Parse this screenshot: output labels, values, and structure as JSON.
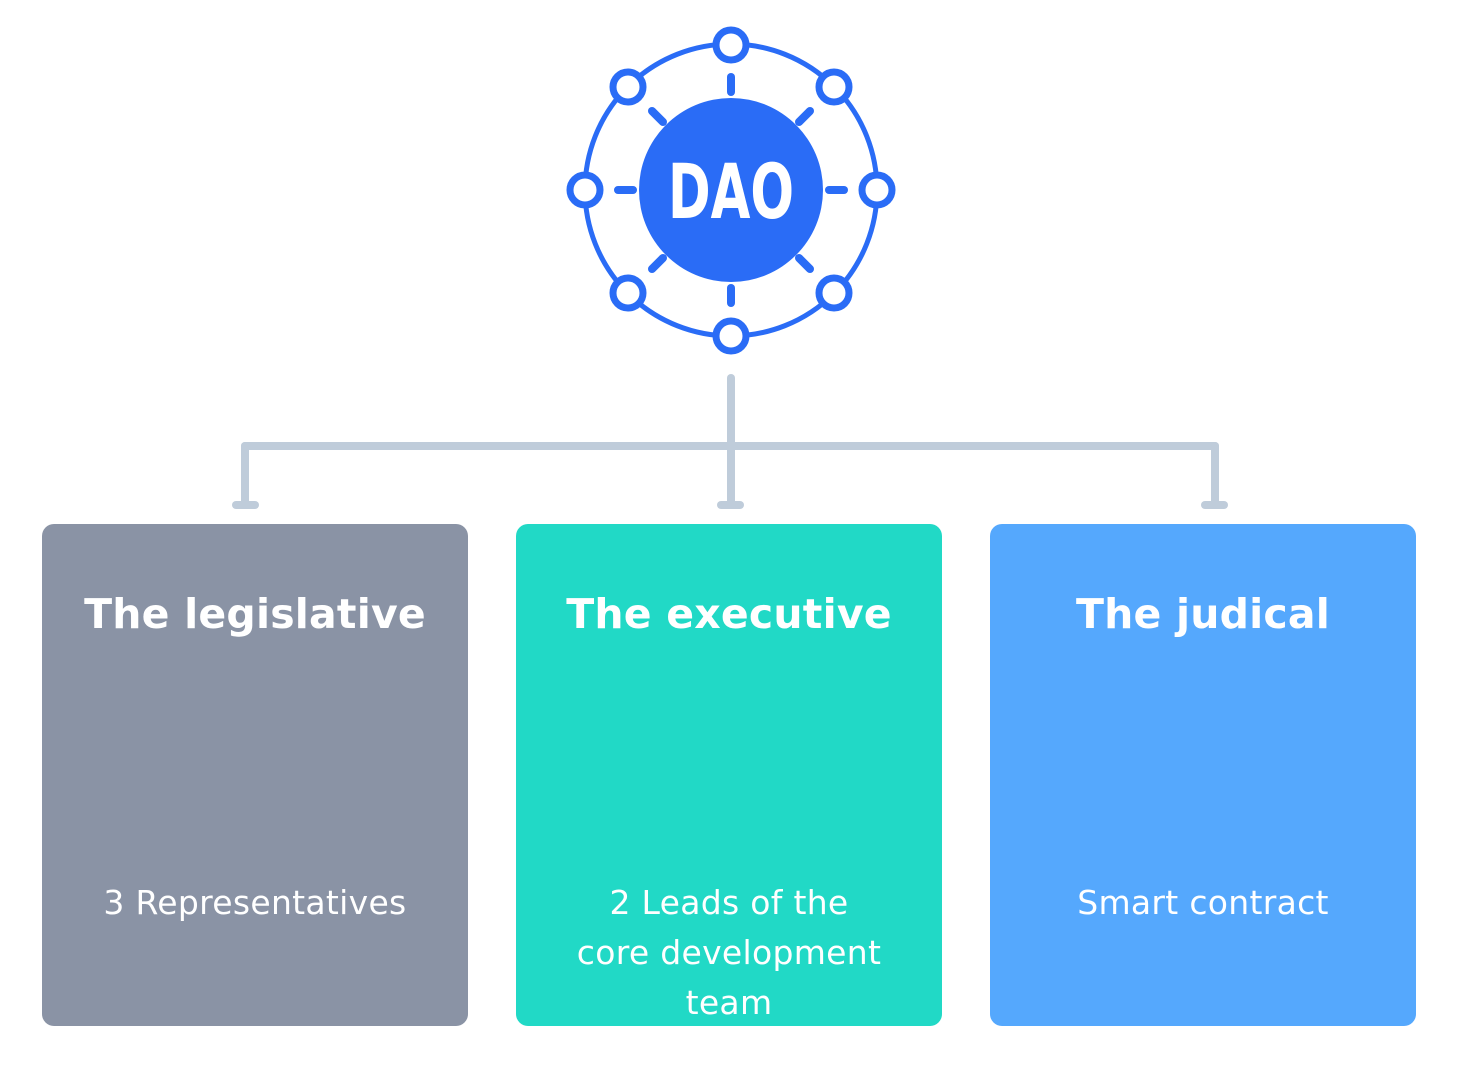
{
  "logo": {
    "text": "DAO",
    "icon": "dao-network-icon"
  },
  "colors": {
    "brand_blue": "#2a6cf6",
    "connector_gray": "#bfccda",
    "legislative": "#8a93a5",
    "executive": "#21d9c6",
    "judicial": "#55a8fd",
    "text": "#ffffff"
  },
  "branches": [
    {
      "title": "The legislative",
      "body": "3 Representatives"
    },
    {
      "title": "The executive",
      "body": "2 Leads of the core development team"
    },
    {
      "title": "The judical",
      "body": "Smart contract"
    }
  ]
}
